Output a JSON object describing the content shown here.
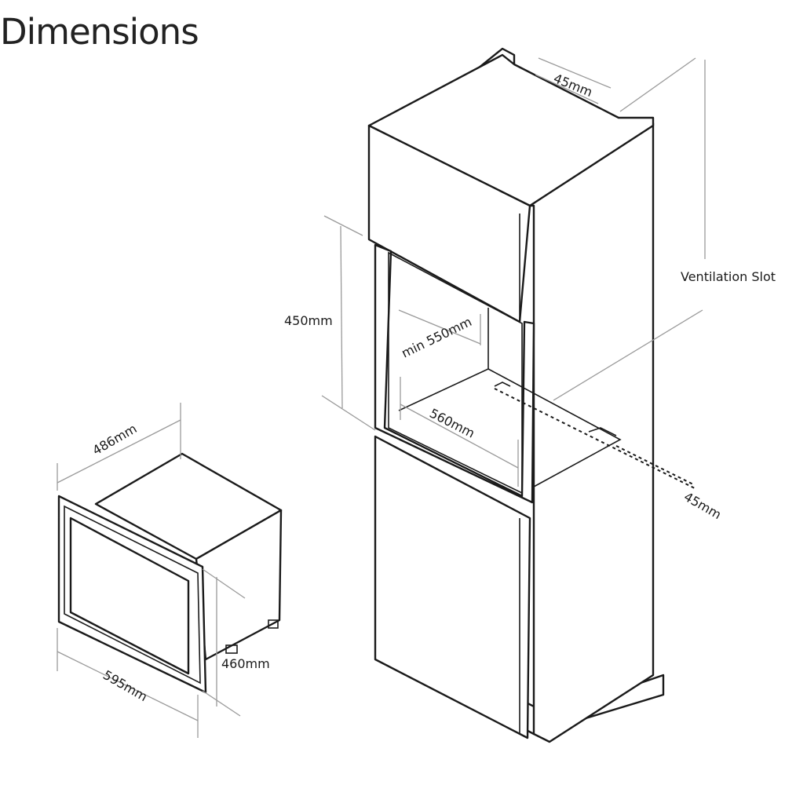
{
  "title": "Dimensions",
  "labels": {
    "microwave_depth": "486mm",
    "microwave_width": "595mm",
    "microwave_height": "460mm",
    "cabinet_top_gap": "45mm",
    "cabinet_rear_gap": "45mm",
    "ventilation_slot": "Ventilation Slot",
    "opening_height": "450mm",
    "opening_depth": "min 550mm",
    "opening_width": "560mm"
  }
}
